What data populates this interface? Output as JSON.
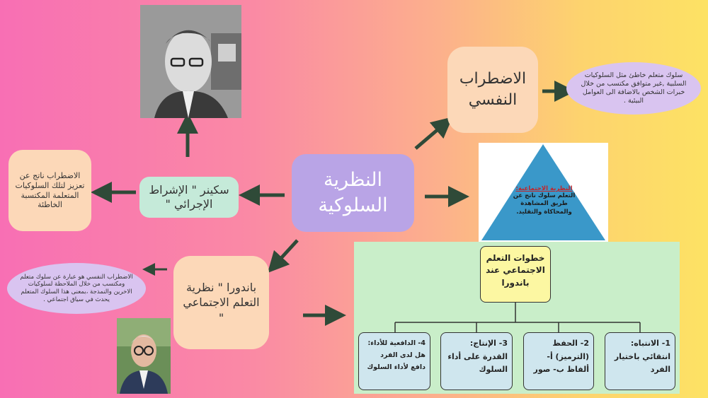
{
  "center": {
    "title": "النظرية السلوكية"
  },
  "psych_disorder": {
    "title": "الاضطراب النفسي"
  },
  "psych_note": {
    "text": "سلوك متعلم خاطئ مثل السلوكيات السلبية ,غير متوافق مكتسب من خلال خبرات الشخص بالاضافة الى العوامل البيئية ."
  },
  "skinner": {
    "label": "سكينر \" الإشراط الإجرائي \""
  },
  "skinner_note": {
    "text": "الاضطراب ناتج عن تعزيز لتلك السلوكيات المتعلمة المكتسبة الخاطئة"
  },
  "bandura": {
    "label": "باندورا \" نظرية التعلم الاجتماعي \""
  },
  "bandura_note": {
    "text": "الاضطراب النفسي هو عبارة عن سلوك متعلم ومكتسب من خلال الملاحظة لسلوكيات الاخرين والنمذجة ،بمعنى هذا السلوك المتعلم يحدث في سياق اجتماعي ."
  },
  "triangle": {
    "heading": "النظرية الاجتماعية:",
    "body": "التعلم سلوك ناتج عن طريق المشاهدة والمحاكاة والتقليد."
  },
  "steps": {
    "root": "خطوات التعلم الاجتماعي عند باندورا",
    "s1": "1- الانتباه: انتقائي باختيار الفرد",
    "s2": "2- الحفظ (الترميز) أ- ألفاظ ب- صور",
    "s3": "3- الإنتاج: القدرة على أداء السلوك",
    "s4": "4- الدافعية للأداء: هل لدى الفرد دافع لأداء السلوك"
  },
  "colors": {
    "center": "#b9a4e6",
    "peach": "#fcd8b8",
    "mint": "#c5ead9",
    "lilac": "#d9c4f0",
    "triangle": "#3a98c9",
    "chart_bg": "#c9eec9",
    "step_box": "#cfe6ee",
    "root_box": "#fcf7a2",
    "arrow": "#2f4a38"
  }
}
